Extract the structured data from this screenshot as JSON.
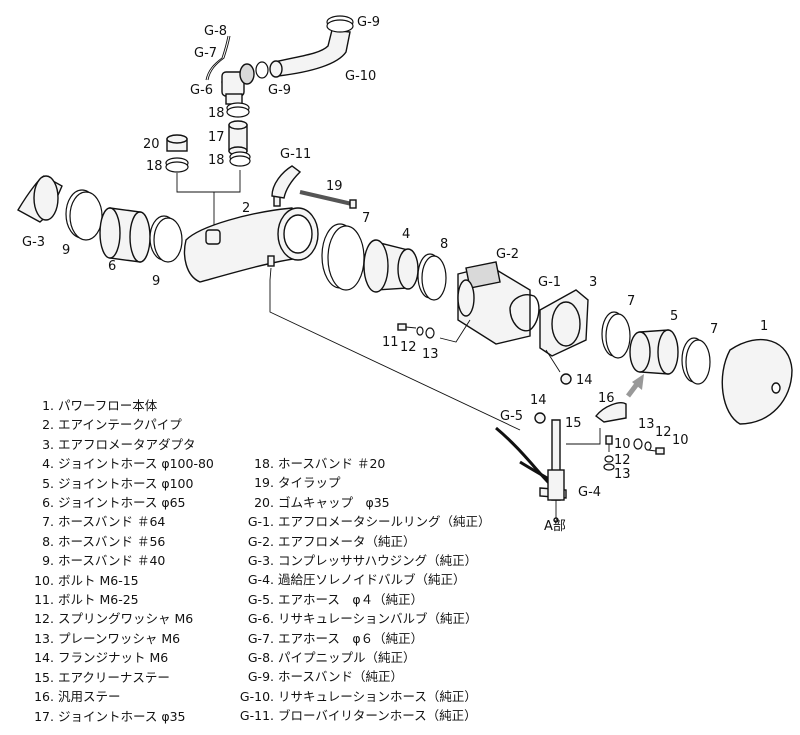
{
  "callouts": [
    {
      "id": "c-g8",
      "text": "G-8"
    },
    {
      "id": "c-g7",
      "text": "G-7"
    },
    {
      "id": "c-g6",
      "text": "G-6"
    },
    {
      "id": "c-g9a",
      "text": "G-9"
    },
    {
      "id": "c-g9b",
      "text": "G-9"
    },
    {
      "id": "c-g10",
      "text": "G-10"
    },
    {
      "id": "c-18a",
      "text": "18"
    },
    {
      "id": "c-17",
      "text": "17"
    },
    {
      "id": "c-18b",
      "text": "18"
    },
    {
      "id": "c-20",
      "text": "20"
    },
    {
      "id": "c-18c",
      "text": "18"
    },
    {
      "id": "c-g11",
      "text": "G-11"
    },
    {
      "id": "c-19",
      "text": "19"
    },
    {
      "id": "c-2",
      "text": "2"
    },
    {
      "id": "c-7a",
      "text": "7"
    },
    {
      "id": "c-4",
      "text": "4"
    },
    {
      "id": "c-8",
      "text": "8"
    },
    {
      "id": "c-g2",
      "text": "G-2"
    },
    {
      "id": "c-g1",
      "text": "G-1"
    },
    {
      "id": "c-3",
      "text": "3"
    },
    {
      "id": "c-g3",
      "text": "G-3"
    },
    {
      "id": "c-9a",
      "text": "9"
    },
    {
      "id": "c-6",
      "text": "6"
    },
    {
      "id": "c-9b",
      "text": "9"
    },
    {
      "id": "c-7b",
      "text": "7"
    },
    {
      "id": "c-5",
      "text": "5"
    },
    {
      "id": "c-7c",
      "text": "7"
    },
    {
      "id": "c-1",
      "text": "1"
    },
    {
      "id": "c-11",
      "text": "11"
    },
    {
      "id": "c-12a",
      "text": "12"
    },
    {
      "id": "c-13a",
      "text": "13"
    },
    {
      "id": "c-14a",
      "text": "14"
    },
    {
      "id": "c-14b",
      "text": "14"
    },
    {
      "id": "c-16",
      "text": "16"
    },
    {
      "id": "c-g5",
      "text": "G-5"
    },
    {
      "id": "c-15",
      "text": "15"
    },
    {
      "id": "c-13b",
      "text": "13"
    },
    {
      "id": "c-12b",
      "text": "12"
    },
    {
      "id": "c-10a",
      "text": "10"
    },
    {
      "id": "c-10b",
      "text": "10"
    },
    {
      "id": "c-12c",
      "text": "12"
    },
    {
      "id": "c-13c",
      "text": "13"
    },
    {
      "id": "c-g4",
      "text": "G-4"
    },
    {
      "id": "c-abu",
      "text": "A部"
    }
  ],
  "legend": {
    "left": [
      {
        "num": "1.",
        "label": "パワーフロー本体"
      },
      {
        "num": "2.",
        "label": "エアインテークパイプ"
      },
      {
        "num": "3.",
        "label": "エアフロメータアダプタ"
      },
      {
        "num": "4.",
        "label": "ジョイントホース φ100-80"
      },
      {
        "num": "5.",
        "label": "ジョイントホース φ100"
      },
      {
        "num": "6.",
        "label": "ジョイントホース φ65"
      },
      {
        "num": "7.",
        "label": "ホースバンド ＃64"
      },
      {
        "num": "8.",
        "label": "ホースバンド ＃56"
      },
      {
        "num": "9.",
        "label": "ホースバンド ＃40"
      },
      {
        "num": "10.",
        "label": "ボルト M6-15"
      },
      {
        "num": "11.",
        "label": "ボルト M6-25"
      },
      {
        "num": "12.",
        "label": "スプリングワッシャ M6"
      },
      {
        "num": "13.",
        "label": "プレーンワッシャ M6"
      },
      {
        "num": "14.",
        "label": "フランジナット M6"
      },
      {
        "num": "15.",
        "label": "エアクリーナステー"
      },
      {
        "num": "16.",
        "label": "汎用ステー"
      },
      {
        "num": "17.",
        "label": "ジョイントホース φ35"
      }
    ],
    "right": [
      {
        "num": "18.",
        "label": "ホースバンド ＃20"
      },
      {
        "num": "19.",
        "label": "タイラップ"
      },
      {
        "num": "20.",
        "label": "ゴムキャップ　φ35"
      },
      {
        "num": "G-1.",
        "label": "エアフロメータシールリング（純正）"
      },
      {
        "num": "G-2.",
        "label": "エアフロメータ（純正）"
      },
      {
        "num": "G-3.",
        "label": "コンプレッササハウジング（純正）"
      },
      {
        "num": "G-4.",
        "label": "過給圧ソレノイドバルブ（純正）"
      },
      {
        "num": "G-5.",
        "label": "エアホース　φ４（純正）"
      },
      {
        "num": "G-6.",
        "label": "リサキュレーションバルブ（純正）"
      },
      {
        "num": "G-7.",
        "label": "エアホース　φ６（純正）"
      },
      {
        "num": "G-8.",
        "label": "パイプニップル（純正）"
      },
      {
        "num": "G-9.",
        "label": "ホースバンド（純正）"
      },
      {
        "num": "G-10.",
        "label": "リサキュレーションホース（純正）"
      },
      {
        "num": "G-11.",
        "label": "ブローバイリターンホース（純正）"
      }
    ]
  }
}
